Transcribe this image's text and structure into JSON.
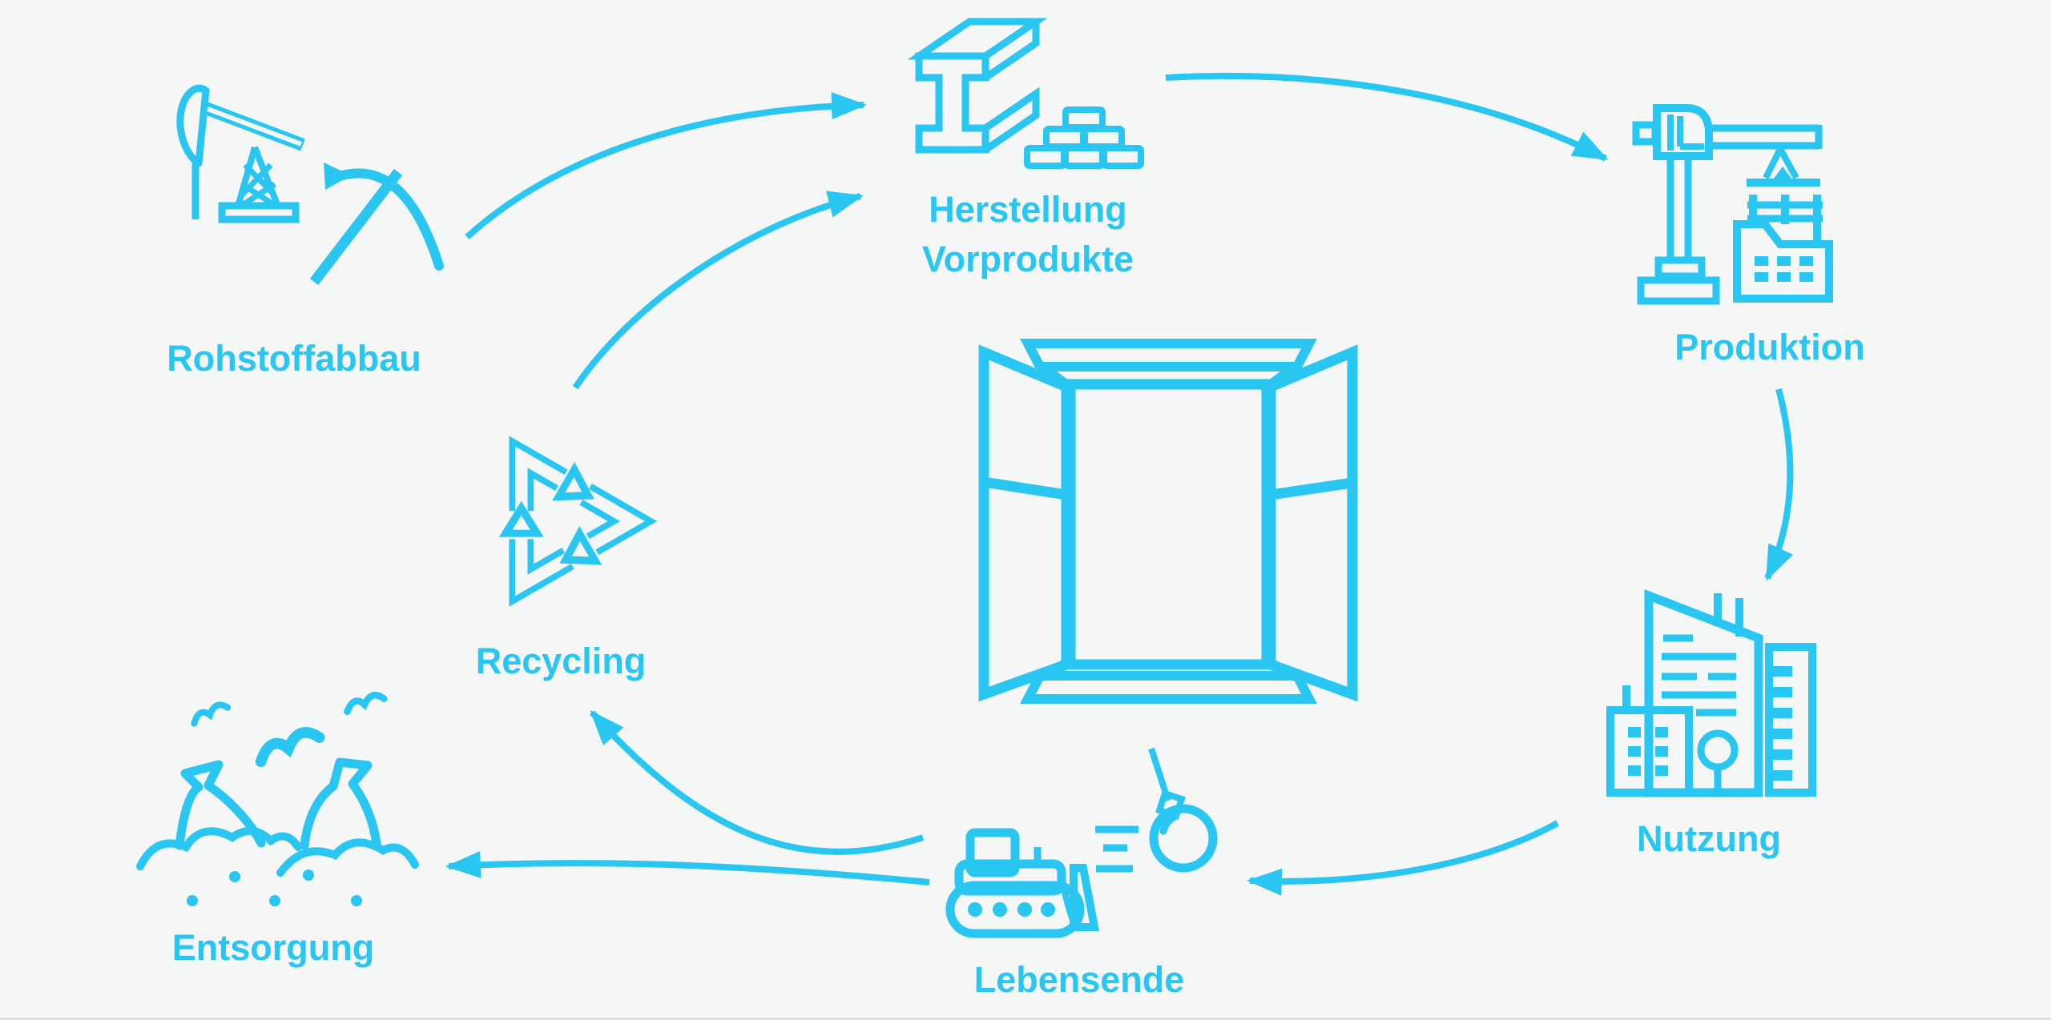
{
  "diagram": {
    "background_color": "#f5f6f6",
    "accent_color": "#29c6f1",
    "center": {
      "icon": "open-window-icon"
    },
    "nodes": [
      {
        "id": "rohstoffabbau",
        "label": "Rohstoffabbau",
        "icon": "oil-pump-and-pickaxe-icon"
      },
      {
        "id": "herstellung-vorprodukte",
        "label": "Herstellung Vorprodukte",
        "label_line1": "Herstellung",
        "label_line2": "Vorprodukte",
        "icon": "steel-beam-and-bricks-icon"
      },
      {
        "id": "produktion",
        "label": "Produktion",
        "icon": "construction-crane-icon"
      },
      {
        "id": "nutzung",
        "label": "Nutzung",
        "icon": "city-buildings-icon"
      },
      {
        "id": "lebensende",
        "label": "Lebensende",
        "icon": "bulldozer-and-wrecking-ball-icon"
      },
      {
        "id": "entsorgung",
        "label": "Entsorgung",
        "icon": "landfill-icon"
      },
      {
        "id": "recycling",
        "label": "Recycling",
        "icon": "recycling-arrows-icon"
      }
    ],
    "edges": [
      {
        "from": "rohstoffabbau",
        "to": "herstellung-vorprodukte"
      },
      {
        "from": "recycling",
        "to": "herstellung-vorprodukte"
      },
      {
        "from": "herstellung-vorprodukte",
        "to": "produktion"
      },
      {
        "from": "produktion",
        "to": "nutzung"
      },
      {
        "from": "nutzung",
        "to": "lebensende"
      },
      {
        "from": "lebensende",
        "to": "recycling"
      },
      {
        "from": "lebensende",
        "to": "entsorgung"
      }
    ]
  }
}
